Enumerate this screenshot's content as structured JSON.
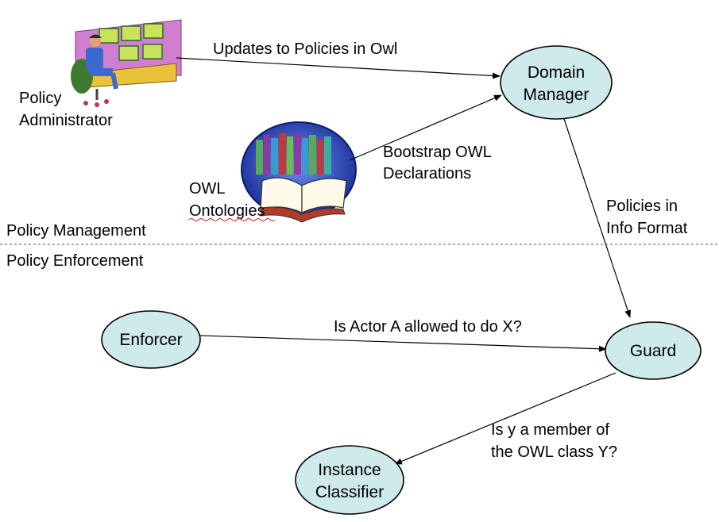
{
  "section_labels": {
    "management": "Policy Management",
    "enforcement": "Policy Enforcement"
  },
  "actors": {
    "admin": [
      "Policy",
      "Administrator"
    ],
    "ontologies": [
      "OWL",
      "Ontologies"
    ]
  },
  "nodes": {
    "domain_manager": [
      "Domain",
      "Manager"
    ],
    "enforcer": [
      "Enforcer"
    ],
    "guard": [
      "Guard"
    ],
    "instance_classifier": [
      "Instance",
      "Classifier"
    ]
  },
  "edges": {
    "updates": [
      "Updates to Policies in Owl"
    ],
    "bootstrap": [
      "Bootstrap OWL",
      "Declarations"
    ],
    "policies_info": [
      "Policies in",
      "Info Format"
    ],
    "is_allowed": [
      "Is Actor A allowed to do X?"
    ],
    "is_member": [
      "Is y a member of",
      "the OWL class Y?"
    ]
  },
  "colors": {
    "node_fill": "#cfeaea",
    "divider": "#555555"
  }
}
